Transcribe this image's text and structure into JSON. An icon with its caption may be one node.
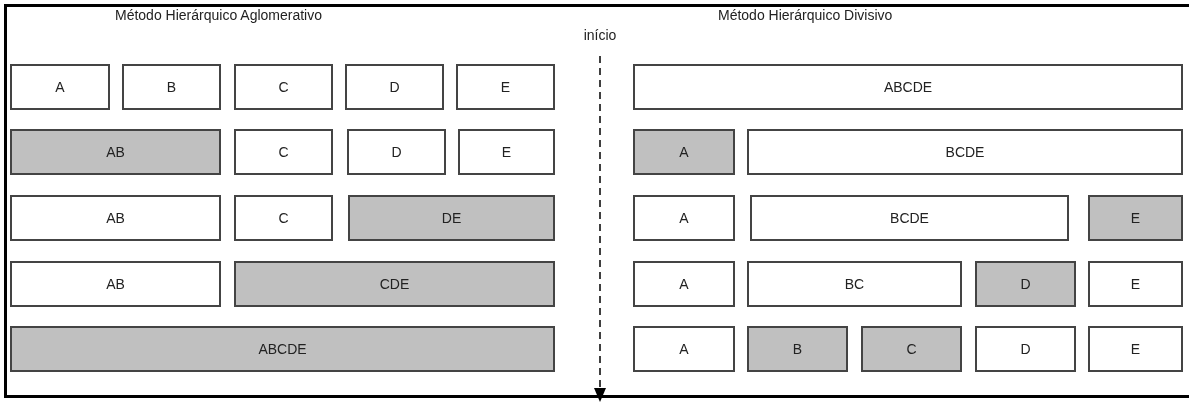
{
  "diagram": {
    "nodes": [
      {
        "text": [
          "A"
        ]
      },
      {
        "text": [
          "B"
        ]
      },
      {
        "text": [
          "C"
        ]
      },
      {
        "text": [
          "D"
        ]
      },
      {
        "text": [
          "E"
        ]
      },
      {
        "text": [
          "AB"
        ]
      },
      {
        "text": [
          "C"
        ]
      },
      {
        "text": [
          "D"
        ]
      },
      {
        "text": [
          "E"
        ]
      },
      {
        "text": [
          "AB"
        ]
      },
      {
        "text": [
          "C"
        ]
      },
      {
        "text": [
          "DE"
        ]
      },
      {
        "text": [
          "AB"
        ]
      },
      {
        "text": [
          "CDE"
        ]
      },
      {
        "text": [
          "ABCDE"
        ]
      },
      {
        "text": [
          "ABCDE"
        ]
      },
      {
        "text": [
          "A"
        ]
      },
      {
        "text": [
          "BCDE"
        ]
      },
      {
        "text": [
          "A"
        ]
      },
      {
        "text": [
          "BCDE"
        ]
      },
      {
        "text": [
          "E"
        ]
      },
      {
        "text": [
          "A"
        ]
      },
      {
        "text": [
          "BC"
        ]
      },
      {
        "text": [
          "D"
        ]
      },
      {
        "text": [
          "E"
        ]
      },
      {
        "text": [
          "A"
        ]
      },
      {
        "text": [
          "B"
        ]
      },
      {
        "text": [
          "C"
        ]
      },
      {
        "text": [
          "D"
        ]
      },
      {
        "text": [
          "E"
        ]
      }
    ],
    "labels": [
      "Método Hierárquico Aglomerativo",
      "início",
      "Método Hierárquico Divisivo"
    ]
  }
}
